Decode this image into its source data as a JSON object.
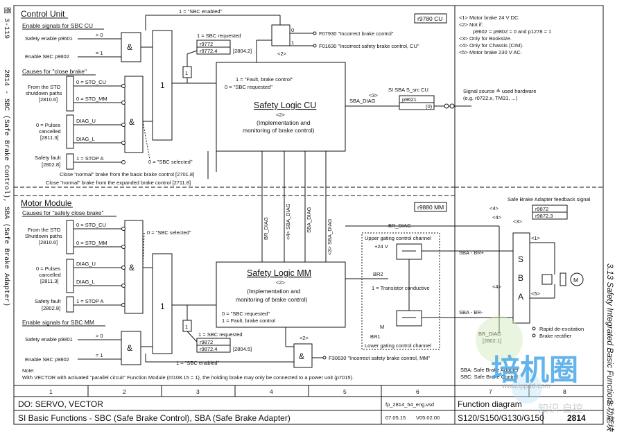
{
  "side_left": {
    "figure_no": "图 3-119",
    "caption": "2814 - SBC (Safe Brake Control), SBA (Safe Brake Adapter)"
  },
  "side_right": {
    "section": "3.13 Safety Integrated Basic Functions",
    "section_cn": "3 功能块"
  },
  "control_unit": {
    "title": "Control Unit",
    "ref": "r9780 CU",
    "enable_header": "Enable signals for SBC CU",
    "safety_enable": "Safety enable p9601",
    "enable_sbc": "Enable SBC p9602",
    "gt0": "> 0",
    "eq1": "= 1",
    "causes_header": "Causes for \"close brake\"",
    "sto_paths": "From the STO\nshutdown paths\n[2810.6]",
    "sto_cu": "0 = STO_CU",
    "sto_mm": "0 = STO_MM",
    "pulses": "0 = Pulses\ncancelled\n[2811.3]",
    "diag_u": "DIAG_U",
    "diag_l": "DIAG_L",
    "safety_fault": "Safety fault\n[2802.8]",
    "stop_a": "1 = STOP A",
    "sbc_selected": "0 = \"SBC selected\"",
    "sbc_enabled": "1 = \"SBC enabled\"",
    "sbc_requested": "1 = SBC requested",
    "r9772": "r9772",
    "r9772_4": "r9772.4",
    "ref_2804_2": "[2804.2]",
    "fault_ctrl": "1 = \"Fault, brake control\"",
    "sbc_req_q": "0 = \"SBC requested\"",
    "logic_title": "Safety Logic CU",
    "logic_fn": "<2>",
    "logic_desc1": "(Implementation and",
    "logic_desc2": "monitoring of brake control)",
    "f07930": "F07930 \"Incorrect brake control\"",
    "f01630": "F01630 \"Incorrect safety brake control, CU\"",
    "close_basic": "Close \"normal\" brake from the basic brake control [2701.8]",
    "close_expanded": "Close \"normal\" brake from the expanded brake control [2711.8]",
    "sba_src": "SI SBA S_src CU",
    "p9621": "p9621",
    "p9621_val": "(0)",
    "sba_diag": "SBA_DIAG",
    "note3": "<3>",
    "signal_source": "Signal source ≙ used hardware",
    "signal_eg": "(e.g. r0722.x, TM31, ...)"
  },
  "notes": {
    "n1": "<1>  Motor brake 24 V DC.",
    "n2": "<2>  Not if:",
    "n2b": "p9602 = p9802 = 0 and p1278 = 1",
    "n3": "<3>  Only for Booksize.",
    "n4": "<4>  Only for Chassis (CIM).",
    "n5": "<5>  Motor brake 230 V AC."
  },
  "motor_module": {
    "title": "Motor Module",
    "ref": "r9880 MM",
    "causes_header": "Causes for \"safely close brake\"",
    "sto_paths": "From the STO\nShutdown paths\n[2810.6]",
    "sto_cu": "0 = STO_CU",
    "sto_mm": "0 = STO_MM",
    "pulses": "0 = Pulses\ncancelled\n[2811.3]",
    "diag_u": "DIAG_U",
    "diag_l": "DIAG_L",
    "safety_fault": "Safety fault\n[2802.8]",
    "stop_a": "1 = STOP A",
    "sbc_selected": "0 = \"SBC selected\"",
    "enable_header": "Enable signals for SBC MM",
    "safety_enable": "Safety enable p9801",
    "enable_sbc": "Enable SBC p9802",
    "gt0": "> 0",
    "eq1": "= 1",
    "sbc_requested": "1 = SBC requested",
    "r9872": "r9872",
    "r9872_4": "r9872.4",
    "ref_2804_5": "[2804.5]",
    "sbc_enabled": "1 = \"SBC enabled\"",
    "sbc_req_q": "0 = \"SBC requested\"",
    "fault_ctrl": "1 = Fault, brake control",
    "logic_title": "Safety Logic MM",
    "logic_fn": "<2>",
    "logic_desc1": "(Implementation and",
    "logic_desc2": "monitoring of brake control)",
    "f30630": "F30630 \"Incorrect safety brake control, MM\"",
    "br_diag": "BR_DIAG",
    "sba_diag": "SBA_DIAG",
    "n4": "<4>",
    "n3": "<3>",
    "upper_gate": "Upper gating control channel",
    "lower_gate": "Lower gating control channel",
    "v24": "+24 V",
    "br2": "BR2",
    "br1": "BR1",
    "m": "M",
    "transistor": "1 = Transistor conductive",
    "sba_brp": "SBA - BR+",
    "sba_brm": "SBA - BR-",
    "sba_feedback": "Safe Brake Adapter feedback signal",
    "r9872b": "r9872",
    "r9872_3": "r9872.3",
    "sba_letters": [
      "S",
      "B",
      "A"
    ],
    "br_diag_ref": "BR_DIAG",
    "ref_2802_1": "[2802.1]",
    "rapid": "Rapid de-excitation",
    "rectifier": "Brake rectifier",
    "sba_legend1": "SBA: Safe Brake Adapter",
    "sba_legend2": "SBC: Safe Brake Control",
    "motor_m": "M",
    "note_label": "Note:",
    "note_text": "With VECTOR with activated \"parallel circuit\" Function Module (r0108.15 = 1), the holding brake may only be connected to a power unit (p7015)."
  },
  "columns": [
    "1",
    "2",
    "3",
    "4",
    "5",
    "6",
    "7",
    "8"
  ],
  "footer": {
    "do_line": "DO: SERVO, VECTOR",
    "title_line": "SI Basic Functions - SBC (Safe Brake Control), SBA (Safe Brake Adapter)",
    "file": "fp_2814_54_eng.vsd",
    "date": "07.05.15",
    "version": "V05.02.00",
    "kind": "Function diagram",
    "product": "S120/S150/G130/G150",
    "sheet": "2814"
  },
  "watermark": {
    "brand": "培机圈",
    "url": "www.ippdd.com",
    "cn2": "知识 自控"
  }
}
